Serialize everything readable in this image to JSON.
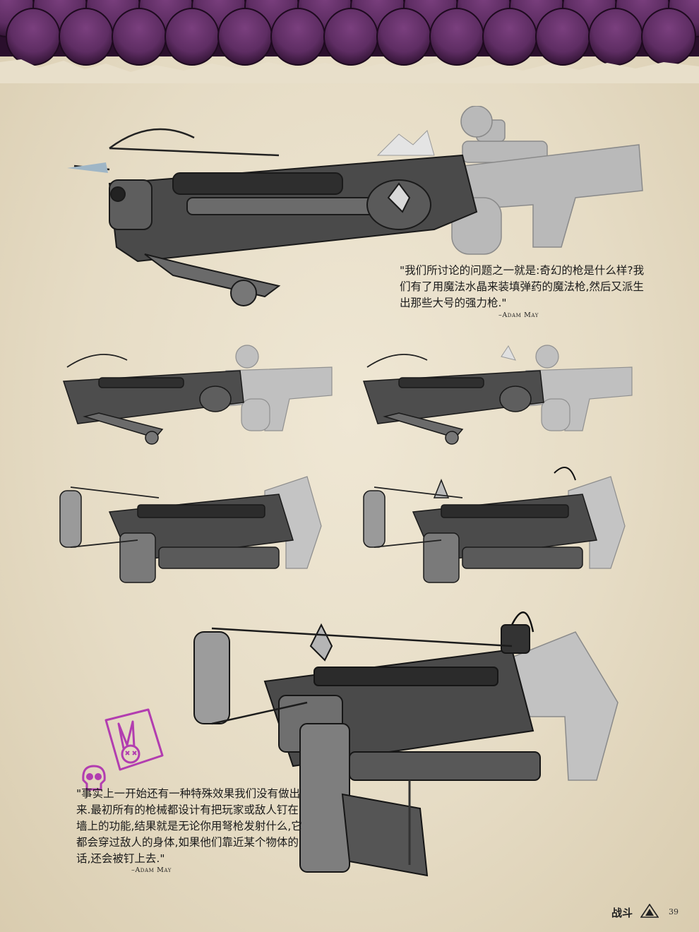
{
  "colors": {
    "scale_purple": "#5e2d63",
    "scale_dark": "#2a0f2c",
    "parchment": "#e8dfca",
    "sticker_magenta": "#b23db0",
    "metal_dark": "#3a3a3a",
    "metal_light": "#b8b8b8"
  },
  "quotes": [
    {
      "text": "\"我们所讨论的问题之一就是:奇幻的枪是什么样?我们有了用魔法水晶来装填弹药的魔法枪,然后又派生出那些大号的强力枪.\"",
      "author": "–Adam May"
    },
    {
      "text": "\"事实上一开始还有一种特殊效果我们没有做出来.最初所有的枪械都设计有把玩家或敌人钉在墙上的功能,结果就是无论你用弩枪发射什么,它都会穿过敌人的身体,如果他们靠近某个物体的话,还会被钉上去.\"",
      "author": "–Adam May"
    }
  ],
  "footer": {
    "section_label": "战斗",
    "page_number": "39",
    "icon": "triangle-emblem-icon"
  },
  "artwork": [
    {
      "name": "crystal-crossbow-gun-large",
      "kind": "concept illustration"
    },
    {
      "name": "crystal-crossbow-gun-variant-a",
      "kind": "concept illustration"
    },
    {
      "name": "crystal-crossbow-gun-variant-b",
      "kind": "concept illustration"
    },
    {
      "name": "compact-crossbow-variant-a",
      "kind": "concept illustration"
    },
    {
      "name": "compact-crossbow-variant-b",
      "kind": "concept illustration"
    },
    {
      "name": "compact-crossbow-large",
      "kind": "concept illustration"
    }
  ],
  "stickers": [
    {
      "name": "bunny-sticker-icon"
    },
    {
      "name": "skull-sticker-icon"
    }
  ]
}
